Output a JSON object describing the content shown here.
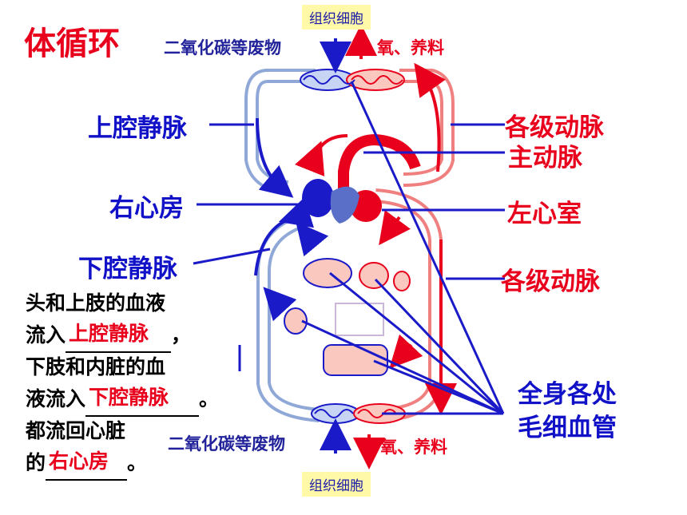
{
  "title": "体循环",
  "tissue_cells_top": "组织细胞",
  "tissue_cells_bottom": "组织细胞",
  "co2_waste_top": "二氧化碳等废物",
  "o2_nutrient_top": "氧、养料",
  "co2_waste_bottom": "二氧化碳等废物",
  "o2_nutrient_bottom": "氧、养料",
  "labels": {
    "superior_vena_cava": "上腔静脉",
    "right_atrium": "右心房",
    "inferior_vena_cava": "下腔静脉",
    "arteries_upper": "各级动脉",
    "aorta": "主动脉",
    "left_ventricle": "左心室",
    "arteries_lower": "各级动脉",
    "capillaries_line1": "全身各处",
    "capillaries_line2": "毛细血管"
  },
  "question": {
    "line1": "头和上肢的血液",
    "line2_prefix": "流入",
    "line2_suffix": "，",
    "answer1": "上腔静脉",
    "line3": "下肢和内脏的血",
    "line4_prefix": "液流入",
    "line4_suffix": "。",
    "answer2": "下腔静脉",
    "line5": "都流回心脏",
    "line6_prefix": "的",
    "line6_suffix": "。",
    "answer3": "右心房"
  },
  "colors": {
    "vein_blue": "#1a1ac8",
    "artery_red": "#e8001c",
    "tag_bg": "#fff9a8"
  }
}
